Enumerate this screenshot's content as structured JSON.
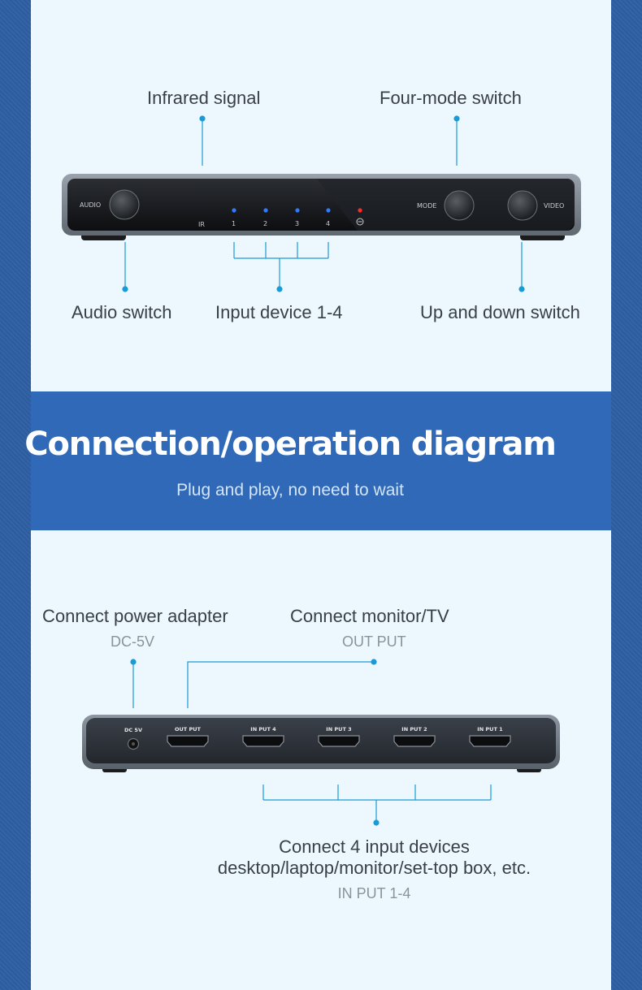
{
  "top_section": {
    "labels": {
      "infrared": "Infrared signal",
      "four_mode": "Four-mode switch",
      "audio_switch": "Audio switch",
      "input_device": "Input device 1-4",
      "up_down": "Up and down switch"
    },
    "device_front": {
      "audio": "AUDIO",
      "ir": "IR",
      "led_numbers": [
        "1",
        "2",
        "3",
        "4"
      ],
      "mode": "MODE",
      "video": "VIDEO"
    }
  },
  "banner": {
    "title": "Connection/operation diagram",
    "subtitle": "Plug and play, no need to wait"
  },
  "bottom_section": {
    "power": {
      "label": "Connect power adapter",
      "sub": "DC-5V"
    },
    "monitor": {
      "label": "Connect monitor/TV",
      "sub": "OUT PUT"
    },
    "inputs": {
      "line1": "Connect 4 input devices",
      "line2": "desktop/laptop/monitor/set-top box, etc.",
      "sub": "IN PUT 1-4"
    },
    "device_back": {
      "dc_label": "DC 5V",
      "ports": [
        "OUT PUT",
        "IN PUT 4",
        "IN PUT 3",
        "IN PUT 2",
        "IN PUT 1"
      ]
    }
  },
  "colors": {
    "background": "#2d5fa3",
    "panel": "#ecf8fe",
    "banner": "#2f69b8",
    "accent": "#1a9ad6",
    "led_blue": "#2f7bff",
    "led_red": "#ff2a2a"
  }
}
